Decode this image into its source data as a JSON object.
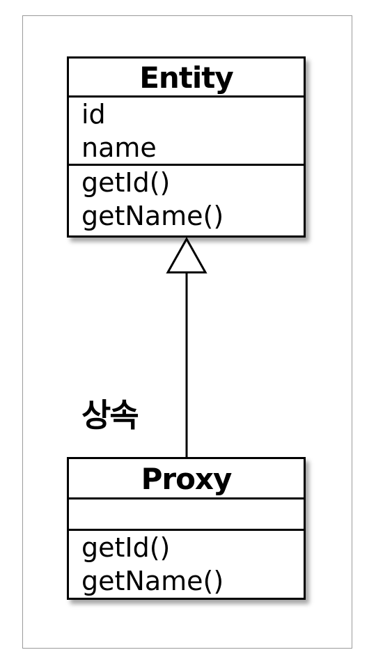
{
  "diagram": {
    "classes": [
      {
        "name": "Entity",
        "attributes": [
          "id",
          "name"
        ],
        "operations": [
          "getId()",
          "getName()"
        ]
      },
      {
        "name": "Proxy",
        "attributes": [],
        "operations": [
          "getId()",
          "getName()"
        ]
      }
    ],
    "relation": {
      "type": "inheritance",
      "from": "Proxy",
      "to": "Entity",
      "label": "상속"
    }
  }
}
